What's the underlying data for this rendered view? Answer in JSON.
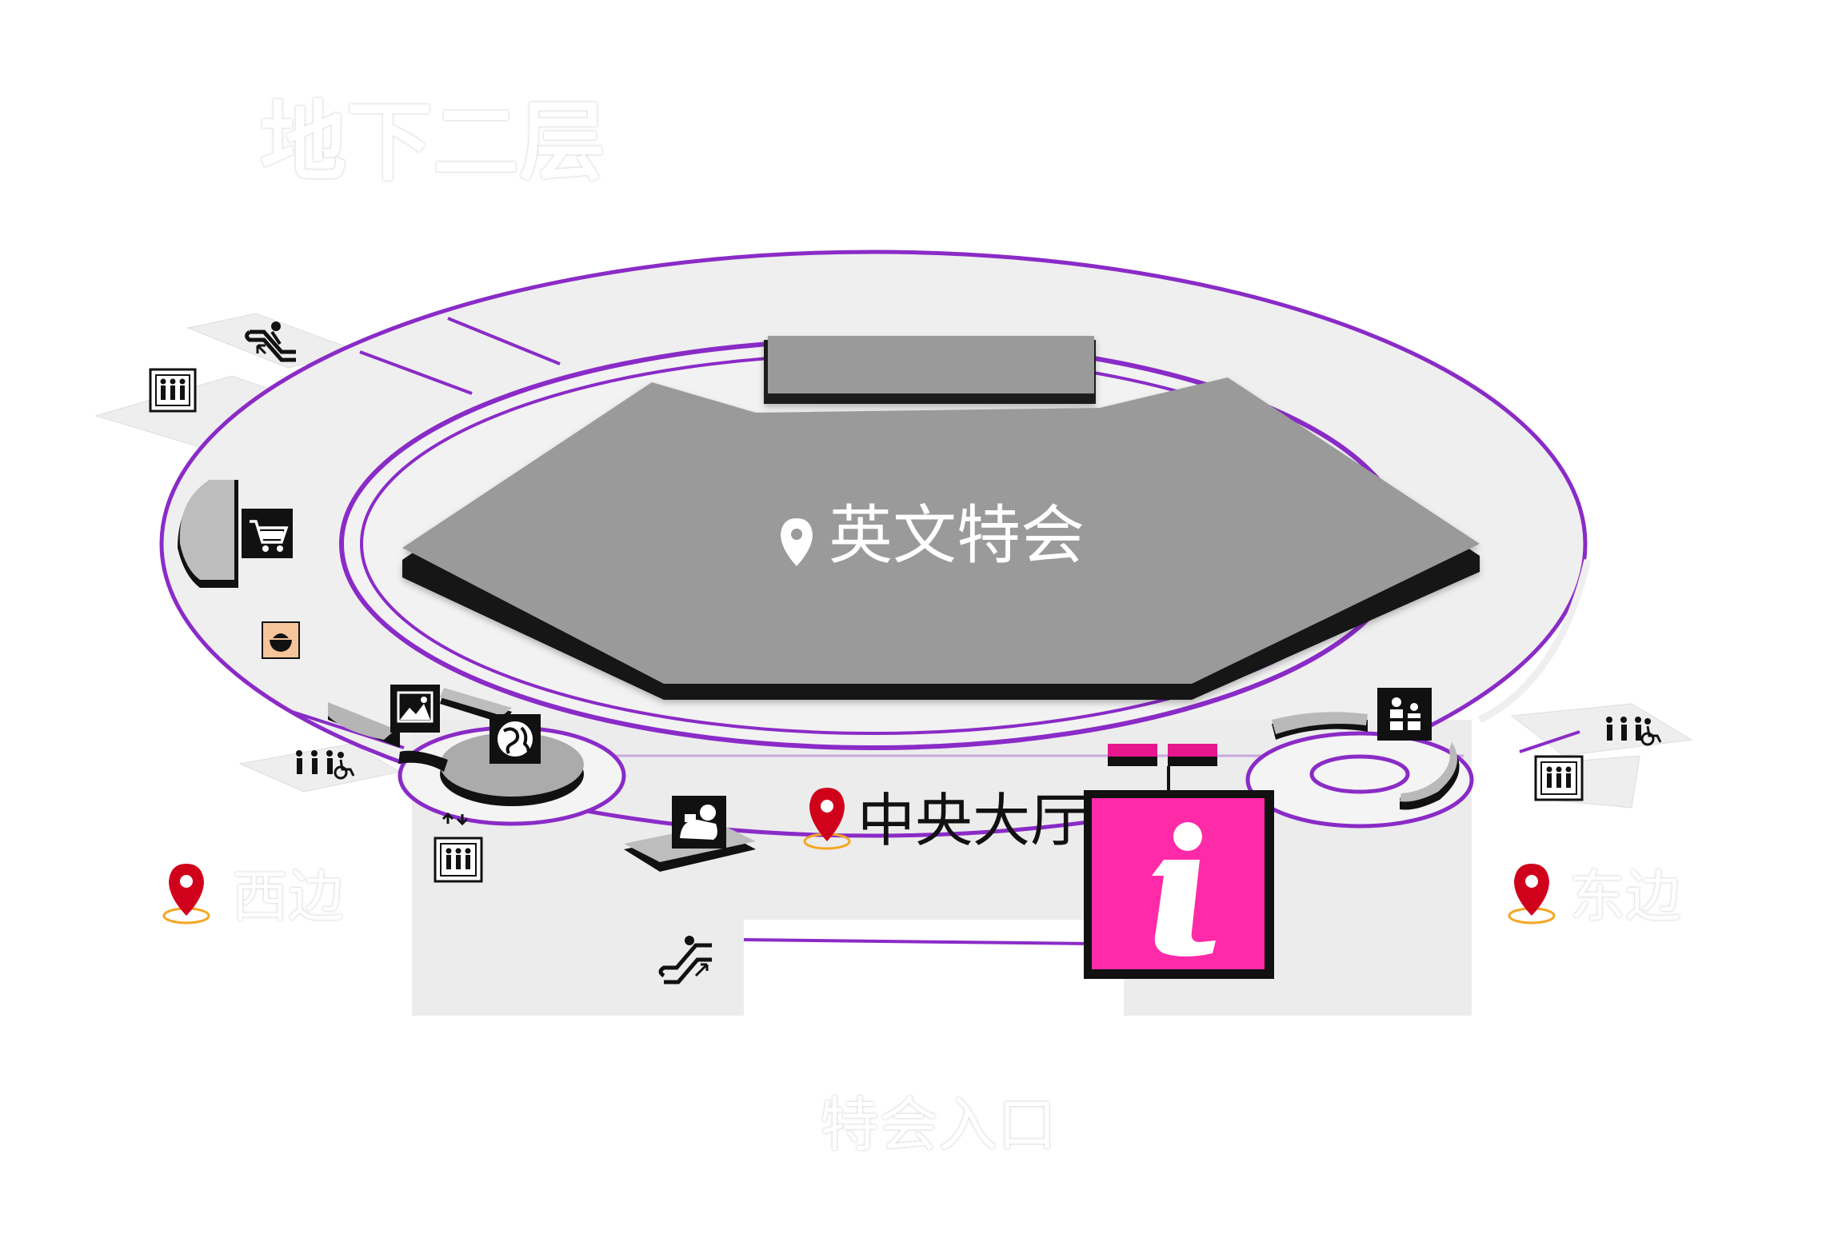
{
  "map": {
    "floor_title": "地下二层",
    "hall_name": "英文特会",
    "lobby_label": "中央大厅",
    "west_label": "西边",
    "east_label": "东边",
    "entrance_label": "特会入口",
    "info_glyph": "i"
  },
  "icons": [
    "escalator-icon",
    "restroom-icon",
    "shopping-cart-icon",
    "food-bowl-icon",
    "picture-icon",
    "globe-icon",
    "restroom-accessible-icon",
    "elevator-icon",
    "baby-care-icon",
    "family-icon",
    "information-icon",
    "location-pin-icon"
  ],
  "colors": {
    "path_purple": "#8a2bc7",
    "floor": "#eeeeee",
    "stage": "#9a9a9a",
    "info_magenta": "#ff2aa8",
    "pin_red": "#d0021b"
  }
}
